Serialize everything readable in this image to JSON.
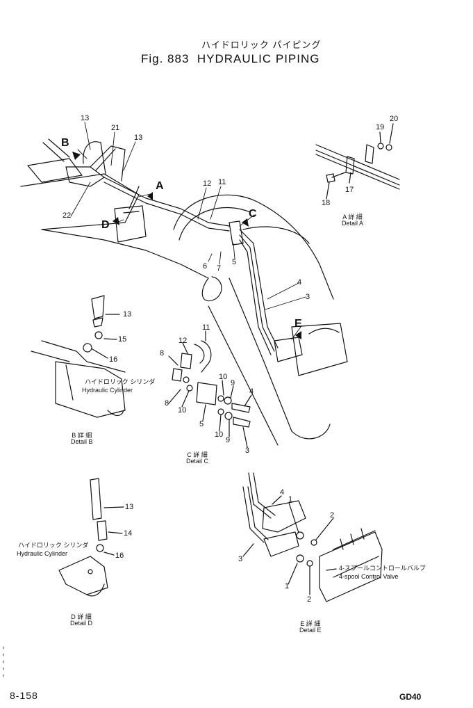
{
  "header": {
    "title_jp": "ハイドロリック パイピング",
    "fig_number": "Fig. 883",
    "title": "HYDRAULIC PIPING"
  },
  "footer": {
    "page_number": "8-158",
    "model": "GD40"
  },
  "section_letters": {
    "a": "A",
    "b": "B",
    "c": "C",
    "d": "D",
    "e": "E"
  },
  "callouts": {
    "main_13a": "13",
    "main_21": "21",
    "main_13b": "13",
    "main_12": "12",
    "main_11": "11",
    "main_22": "22",
    "main_6": "6",
    "main_7": "7",
    "main_5": "5",
    "main_4": "4",
    "main_3": "3",
    "a_19": "19",
    "a_20": "20",
    "a_17": "17",
    "a_18": "18",
    "b_13": "13",
    "b_15": "15",
    "b_16": "16",
    "c_11": "11",
    "c_12": "12",
    "c_8a": "8",
    "c_8b": "8",
    "c_10a": "10",
    "c_9a": "9",
    "c_4": "4",
    "c_10b": "10",
    "c_5": "5",
    "c_10c": "10",
    "c_9b": "9",
    "c_3": "3",
    "d_13": "13",
    "d_14": "14",
    "d_16": "16",
    "e_4": "4",
    "e_1a": "1",
    "e_2a": "2",
    "e_3": "3",
    "e_1b": "1",
    "e_2b": "2"
  },
  "details": {
    "a": {
      "jp": "A 詳 細",
      "en": "Detail A"
    },
    "b": {
      "jp": "B 詳 細",
      "en": "Detail B"
    },
    "c": {
      "jp": "C 詳 細",
      "en": "Detail C"
    },
    "d": {
      "jp": "D 詳 細",
      "en": "Detail D"
    },
    "e": {
      "jp": "E 詳 細",
      "en": "Detail E"
    }
  },
  "captions": {
    "cyl_b_jp": "ハイドロリック シリンダ",
    "cyl_b_en": "Hydraulic Cylinder",
    "cyl_d_jp": "ハイドロリック シリンダ",
    "cyl_d_en": "Hydraulic Cylinder",
    "valve_jp": "4-スプールコントロールバルブ",
    "valve_en": "4-spool Control Valve"
  }
}
